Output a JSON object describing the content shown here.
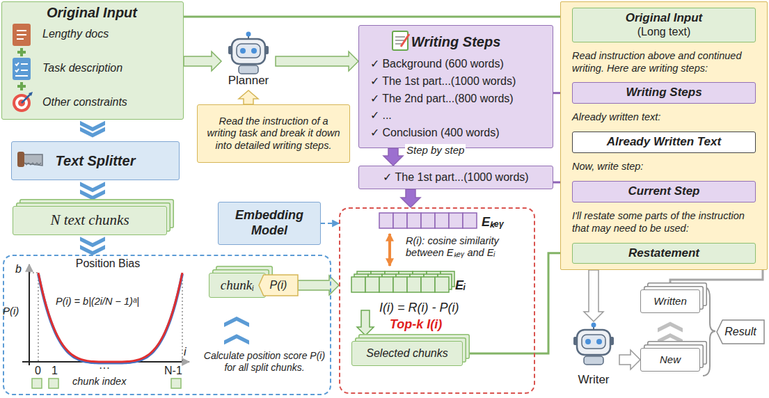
{
  "diagram": {
    "nodes": [
      {
        "text": [
          "Original Input",
          "Lengthy docs",
          "Task description",
          "Other constraints"
        ]
      },
      {
        "text": [
          "Planner"
        ]
      },
      {
        "text": [
          "Writing Steps",
          "✓ Background (600 words)",
          "✓ The 1st part...(1000 words)",
          "✓ The 2nd part...(800 words)",
          "✓ ...",
          "✓ Conclusion (400 words)"
        ]
      },
      {
        "text": [
          "Read instruction above and continued writing. Here are writing steps:",
          "Already written text:",
          "Now, write step:",
          "I'll restate some parts of the instruction that may need to be used:"
        ]
      },
      {
        "text": [
          "Original Input",
          "(Long text)"
        ],
        "in": 3
      },
      {
        "text": [
          "Writing Steps"
        ],
        "in": 3
      },
      {
        "text": [
          "Already Written Text"
        ],
        "in": 3
      },
      {
        "text": [
          "Current Step"
        ],
        "in": 3
      },
      {
        "text": [
          "Restatement"
        ],
        "in": 3
      },
      {
        "text": [
          "Text Splitter"
        ]
      },
      {
        "text": [
          "Read the instruction of a writing task and break it down into detailed writing steps."
        ]
      },
      {
        "text": [
          "✓ The 1st part...(1000 words)"
        ]
      },
      {
        "text": [
          "Embedding Model"
        ]
      },
      {
        "text": [
          "N text chunks"
        ]
      },
      {
        "text": [
          "Position Bias",
          "Calculate position score P(i) for all split chunks."
        ]
      },
      {
        "text": [
          "chunkᵢ"
        ],
        "in": 14
      },
      {
        "text": [
          "P(i)"
        ],
        "in": 14
      },
      {
        "text": [
          "R(i): cosine similarity between Eₖₑᵧ and Eᵢ",
          "I(i) = R(i) - P(i)",
          "Top-k I(i)"
        ]
      },
      {
        "text": [
          "Selected chunks"
        ],
        "in": 17
      },
      {
        "text": [
          "Writer"
        ]
      },
      {
        "text": [
          "Written"
        ]
      },
      {
        "text": [
          "New"
        ]
      },
      {
        "text": [
          "Result"
        ]
      }
    ],
    "edges": [
      {
        "from": 0,
        "to": 9,
        "arrow": "to"
      },
      {
        "from": 9,
        "to": 13,
        "arrow": "to"
      },
      {
        "from": 13,
        "to": 14,
        "arrow": "to"
      },
      {
        "from": 0,
        "to": 1,
        "arrow": "to"
      },
      {
        "from": 1,
        "to": 2,
        "arrow": "to"
      },
      {
        "from": 10,
        "to": 1,
        "arrow": "to"
      },
      {
        "from": 0,
        "to": 4,
        "arrow": "to"
      },
      {
        "from": 2,
        "to": 11,
        "label": "Step by step",
        "arrow": "to"
      },
      {
        "from": 2,
        "to": 5,
        "arrow": "to"
      },
      {
        "from": 11,
        "to": 7,
        "arrow": "to"
      },
      {
        "from": 11,
        "to": 17,
        "arrow": "to"
      },
      {
        "from": 12,
        "to": 17,
        "arrow": "to"
      },
      {
        "from": 16,
        "to": 17,
        "arrow": "to"
      },
      {
        "from": 18,
        "to": 8,
        "arrow": "to"
      },
      {
        "from": 3,
        "to": 19,
        "arrow": "to"
      },
      {
        "from": 19,
        "to": 21,
        "arrow": "to"
      },
      {
        "from": 20,
        "to": 6,
        "arrow": "to"
      }
    ],
    "labels": [
      "b",
      "P(i)",
      "P(i) = b|(2i/N − 1)ᵃ|",
      "i",
      "0",
      "1",
      "···",
      "N-1",
      "chunk index",
      "Eₖₑᵧ",
      "Eᵢ"
    ]
  }
}
